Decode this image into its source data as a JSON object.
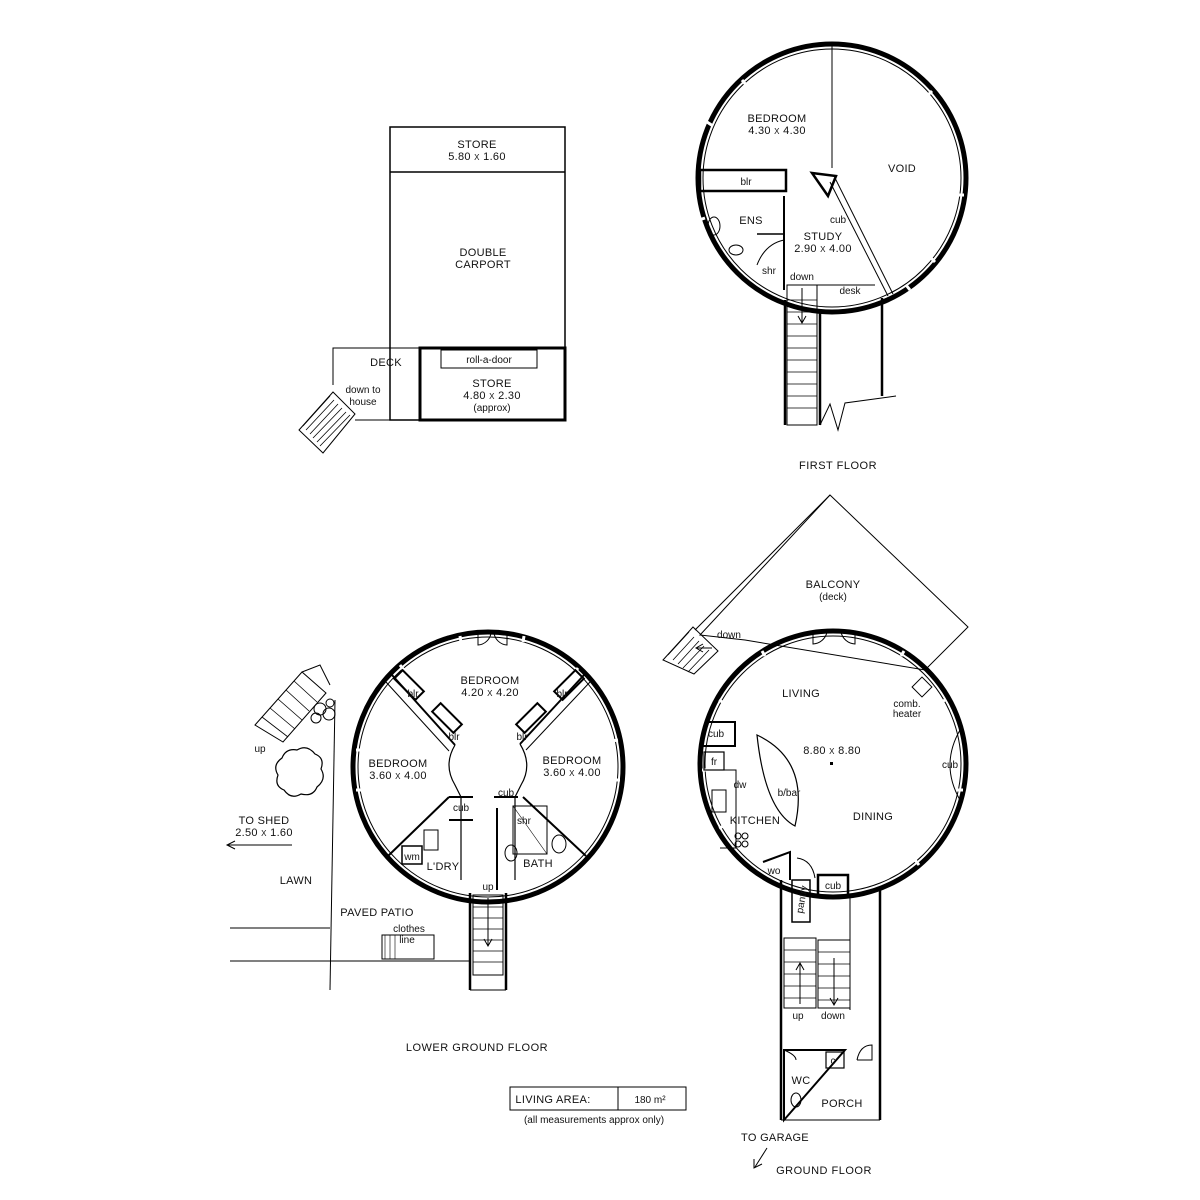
{
  "labels": {
    "store_top": "STORE",
    "store_top_dim": "5.80 x 1.60",
    "double_carport_1": "DOUBLE",
    "double_carport_2": "CARPORT",
    "deck": "DECK",
    "down_to_house_1": "down to",
    "down_to_house_2": "house",
    "roll_a_door": "roll-a-door",
    "store_bottom": "STORE",
    "store_bottom_dim": "4.80 x 2.30",
    "approx": "(approx)",
    "ff_bedroom": "BEDROOM",
    "ff_bedroom_dim": "4.30 x 4.30",
    "void": "VOID",
    "blr": "blr",
    "ens": "ENS",
    "cub": "cub",
    "study": "STUDY",
    "study_dim": "2.90 x 4.00",
    "shr": "shr",
    "down": "down",
    "desk": "desk",
    "first_floor": "FIRST FLOOR",
    "lg_bedroom_top": "BEDROOM",
    "lg_bedroom_top_dim": "4.20 x 4.20",
    "lg_bedroom_left": "BEDROOM",
    "lg_bedroom_left_dim": "3.60 x 4.00",
    "lg_bedroom_right": "BEDROOM",
    "lg_bedroom_right_dim": "3.60 x 4.00",
    "wm": "wm",
    "ldry": "L'DRY",
    "bath": "BATH",
    "up": "up",
    "to_shed": "TO SHED",
    "to_shed_dim": "2.50 x 1.60",
    "lawn": "LAWN",
    "paved_patio": "PAVED PATIO",
    "clothes": "clothes",
    "line": "line",
    "lower_ground_floor": "LOWER GROUND FLOOR",
    "balcony": "BALCONY",
    "deck_paren": "(deck)",
    "living": "LIVING",
    "comb": "comb.",
    "heater": "heater",
    "living_dim": "8.80 x 8.80",
    "fr": "fr",
    "dw": "dw",
    "bbar": "b/bar",
    "kitchen": "KITCHEN",
    "dining": "DINING",
    "wo": "wo",
    "pantry": "pantry",
    "wc": "WC",
    "c": "c",
    "porch": "PORCH",
    "to_garage": "TO GARAGE",
    "ground_floor": "GROUND FLOOR",
    "living_area_label": "LIVING AREA:",
    "living_area_value": "180 m²",
    "measurements_note": "(all measurements approx only)"
  }
}
